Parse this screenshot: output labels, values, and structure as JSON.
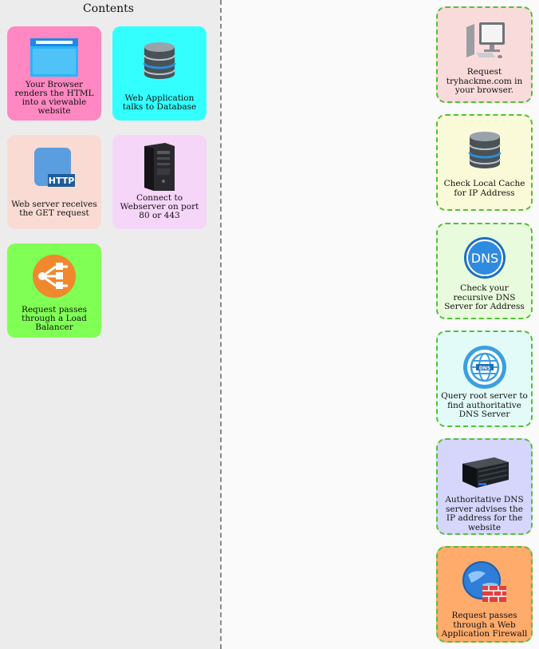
{
  "panel": {
    "title": "Contents"
  },
  "palette": [
    {
      "label": "Your Browser renders the HTML into a viewable website",
      "color": "#ff88c2",
      "icon": "browser-window-icon"
    },
    {
      "label": "Web Application talks to Database",
      "color": "#33ffff",
      "icon": "database-icon"
    },
    {
      "label": "Web server receives the GET request",
      "color": "#fadbd4",
      "icon": "http-icon"
    },
    {
      "label": "Connect to Webserver on port 80 or 443",
      "color": "#f5d5f8",
      "icon": "server-tower-icon"
    },
    {
      "label": "Request passes through a Load Balancer",
      "color": "#80ff55",
      "icon": "load-balancer-icon"
    }
  ],
  "flow": [
    {
      "label": "Request tryhackme.com in your browser.",
      "color": "#fadbdb",
      "icon": "computer-icon"
    },
    {
      "label": "Check Local Cache for IP Address",
      "color": "#fafad8",
      "icon": "database-icon"
    },
    {
      "label": "Check your recursive DNS Server for Address",
      "color": "#e9fbdd",
      "icon": "dns-icon"
    },
    {
      "label": "Query root server to find authoritative DNS Server",
      "color": "#e3fbf8",
      "icon": "dns-globe-icon"
    },
    {
      "label": "Authoritative DNS server advises the IP address for the website",
      "color": "#d6d6fd",
      "icon": "rack-server-icon"
    },
    {
      "label": "Request passes through a Web Application Firewall",
      "color": "#ffab6c",
      "icon": "web-firewall-icon"
    }
  ]
}
